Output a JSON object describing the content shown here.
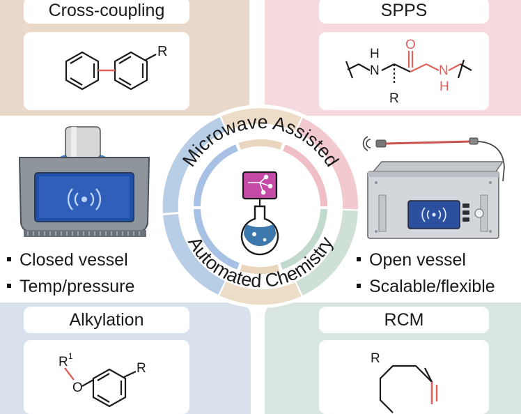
{
  "panels": {
    "top_left": {
      "title": "Cross-coupling",
      "substituent": "R"
    },
    "top_right": {
      "title": "SPPS",
      "atoms": {
        "n_left": "N",
        "h_left": "H",
        "oxygen": "O",
        "n_right": "N",
        "h_right": "H",
        "side_chain": "R"
      }
    },
    "bottom_left": {
      "title": "Alkylation",
      "r1_label": "R",
      "r1_superscript": "1",
      "oxygen": "O",
      "substituent": "R"
    },
    "bottom_right": {
      "title": "RCM",
      "substituent": "R"
    }
  },
  "center": {
    "upper_arc_text": "Microwave Assisted",
    "lower_arc_text": "Automated Chemistry"
  },
  "left_features": [
    "Closed vessel",
    "Temp/pressure"
  ],
  "right_features": [
    "Open vessel",
    "Scalable/flexible"
  ],
  "colors": {
    "cross_coupling_bg": "#ead9ca",
    "spps_bg": "#f6d9dc",
    "alkylation_bg": "#d9e2ec",
    "rcm_bg": "#d9e6df",
    "highlight_bond": "#e0625e",
    "ring_blue": "#b8cde6",
    "ring_pink": "#f3c9d0",
    "ring_tan": "#ecdcc8",
    "ring_green": "#cfe0d6",
    "flask_fill": "#3d78ad",
    "device_screen": "#2f5fb8",
    "icon_magenta": "#c44aa6"
  },
  "icons": [
    "microwave-reactor-icon",
    "open-vessel-reactor-icon",
    "flask-icon",
    "wireless-signal-icon",
    "temperature-probe-icon"
  ]
}
